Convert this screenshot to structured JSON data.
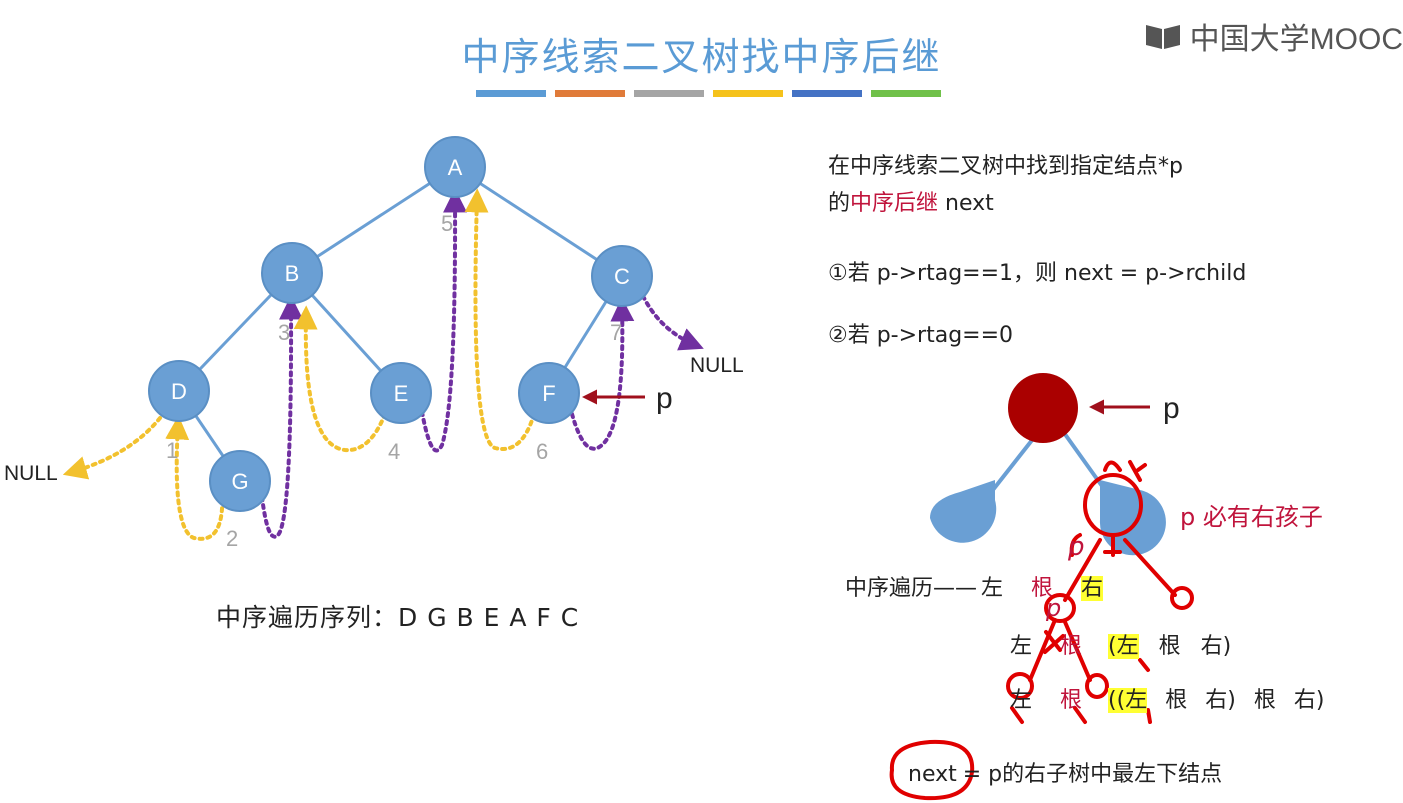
{
  "title": "中序线索二叉树找中序后继",
  "logo": {
    "text": "中国大学MOOC",
    "icon": "mooc-book-icon"
  },
  "color_bars": [
    "#5b9bd5",
    "#e07b39",
    "#a5a5a5",
    "#f5c21b",
    "#4472c4",
    "#70c14a"
  ],
  "colors": {
    "node": "#6a9fd4",
    "node_red": "#aa0000",
    "thread_yellow": "#f2c12e",
    "thread_purple": "#7030a0",
    "arrow_red": "#a0101c",
    "ink_red": "#e00000",
    "highlight": "#ffff33"
  },
  "tree": {
    "nodes": {
      "A": "A",
      "B": "B",
      "C": "C",
      "D": "D",
      "E": "E",
      "F": "F",
      "G": "G"
    },
    "order_numbers": [
      "1",
      "2",
      "3",
      "4",
      "5",
      "6",
      "7"
    ],
    "null_left": "NULL",
    "null_right": "NULL",
    "pointer": "p"
  },
  "inorder_sequence": "中序遍历序列：D G B E A F C",
  "right": {
    "line1": "在中序线索二叉树中找到指定结点*p",
    "line2_prefix": "的",
    "line2_red": "中序后继",
    "line2_suffix": " next",
    "case1": "①若 p->rtag==1，则 next = p->rchild",
    "case2": "②若 p->rtag==0",
    "pointer": "p",
    "must_right": "p 必有右孩子",
    "traverse_label": "中序遍历——",
    "rows": [
      [
        "左",
        "根",
        "右"
      ],
      [
        "左",
        "根",
        "(左",
        "根",
        "右)"
      ],
      [
        "左",
        "根",
        "((左",
        "根",
        "右)",
        "根",
        "右)"
      ]
    ],
    "conclusion_next": "next",
    "conclusion_rest": "= p的右子树中最左下结点",
    "ink_notes": [
      "p",
      "p"
    ]
  }
}
